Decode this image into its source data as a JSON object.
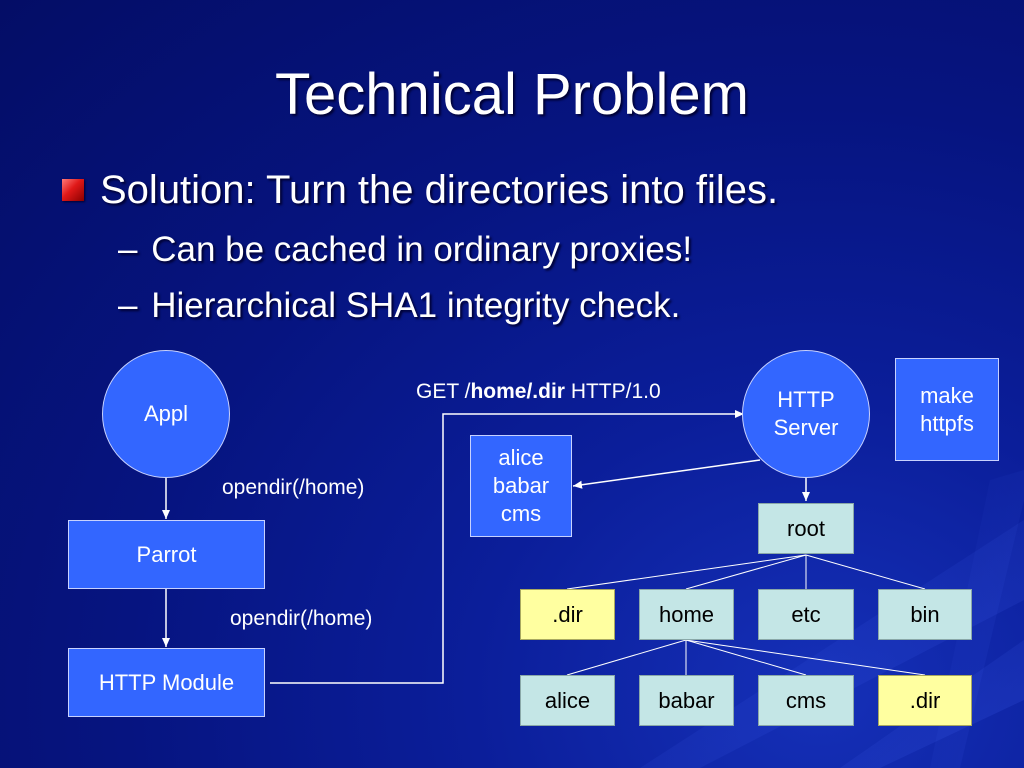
{
  "slide": {
    "title": "Technical Problem",
    "bullet": "Solution: Turn the directories into files.",
    "subbullets": [
      "Can be cached in ordinary proxies!",
      "Hierarchical SHA1 integrity check."
    ],
    "dash": "–"
  },
  "diagram": {
    "appl": "Appl",
    "parrot": "Parrot",
    "http_module": "HTTP Module",
    "http_server_line1": "HTTP",
    "http_server_line2": "Server",
    "make_httpfs_line1": "make",
    "make_httpfs_line2": "httpfs",
    "listing": [
      "alice",
      "babar",
      "cms"
    ],
    "root": "root",
    "level1": [
      ".dir",
      "home",
      "etc",
      "bin"
    ],
    "level2": [
      "alice",
      "babar",
      "cms",
      ".dir"
    ],
    "opendir_label_1": "opendir(/home)",
    "opendir_label_2": "opendir(/home)",
    "get_request": {
      "prefix": "GET /",
      "bold_path": "home/.dir",
      "suffix": " HTTP/1.0"
    }
  },
  "colors": {
    "background": "#061480",
    "node_blue": "#3366ff",
    "node_cyan": "#c4e6e6",
    "node_yellow": "#ffffa0",
    "bullet_red": "#e01818"
  }
}
